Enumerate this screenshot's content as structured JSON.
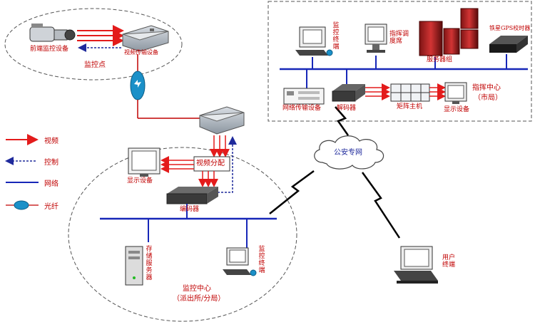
{
  "legend": {
    "video": "视频",
    "control": "控制",
    "network": "网络",
    "fiber": "光纤"
  },
  "monitor_point": {
    "front_device": "前端监控设备",
    "transmit_device": "视频传输设备",
    "title": "监控点"
  },
  "command_center": {
    "monitor_terminal": "监控终端",
    "dispatch_seat": "指挥调度席",
    "server_group": "服务器组",
    "gps_clock": "铁星GPS校时器",
    "network_transmit": "网络传输设备",
    "decoder": "解码器",
    "matrix_host": "矩阵主机",
    "display": "显示设备",
    "title": "指挥中心",
    "subtitle": "（市局）"
  },
  "cloud_label": "公安专网",
  "sub_center": {
    "display": "显示设备",
    "video_split": "视频分配",
    "encoder": "编码器",
    "storage": "存储服务器",
    "terminal": "监控终端",
    "title": "监控中心",
    "subtitle": "（派出所/分局）"
  },
  "user_terminal": "用户终端",
  "colors": {
    "video": "#e31b1b",
    "control": "#1f2a9c",
    "network": "#1727b8",
    "fiber": "#c00000"
  }
}
